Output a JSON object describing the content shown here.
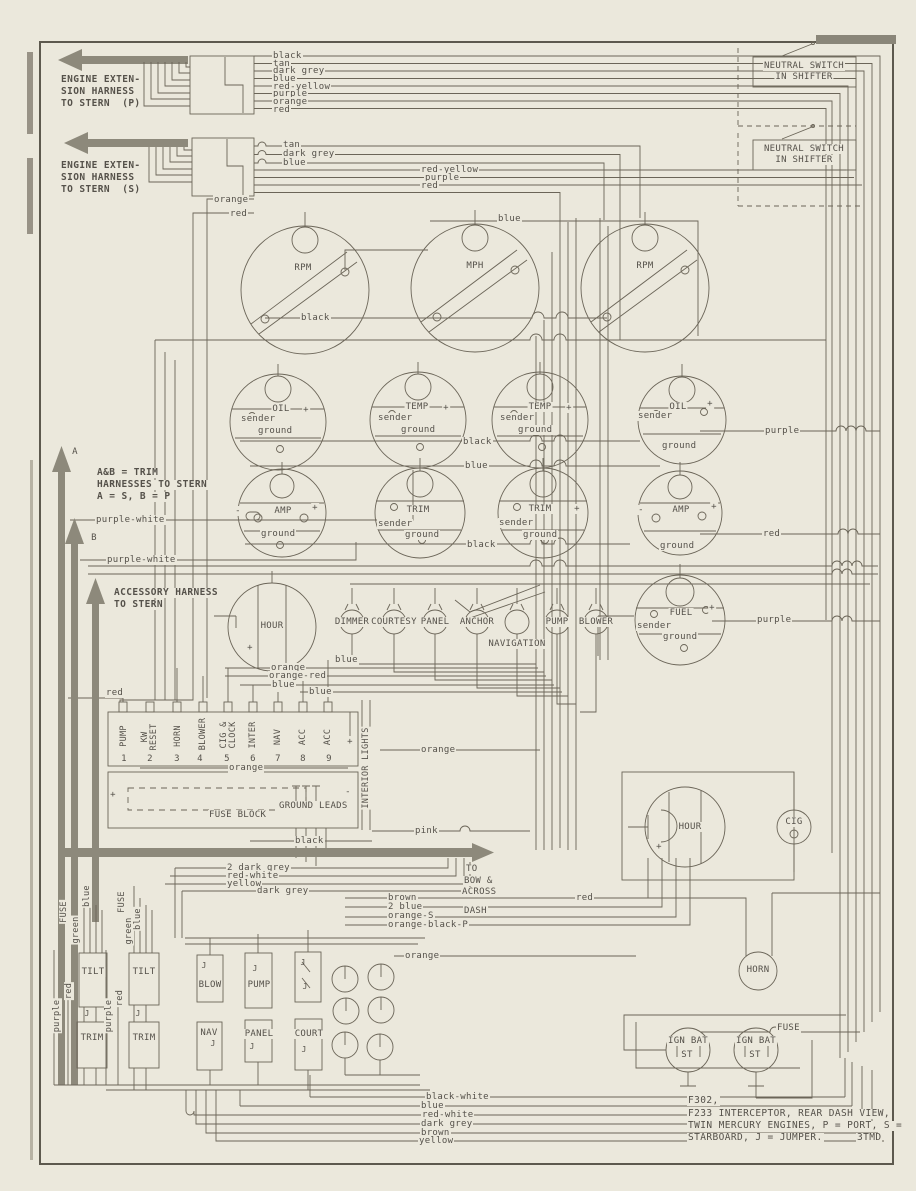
{
  "title_block": {
    "f302": "F302,",
    "line2": "F233 INTERCEPTOR, REAR DASH VIEW,",
    "line3": "TWIN MERCURY ENGINES, P = PORT, S =",
    "line4": "STARBOARD, J = JUMPER.",
    "code": "3TMD"
  },
  "harness_p": {
    "line1": "ENGINE EXTEN-",
    "line2": "SION HARNESS",
    "line3": "TO STERN  (P)",
    "wires": [
      "black",
      "tan",
      "dark grey",
      "blue",
      "red-yellow",
      "purple",
      "orange",
      "red"
    ]
  },
  "harness_s": {
    "line1": "ENGINE EXTEN-",
    "line2": "SION HARNESS",
    "line3": "TO STERN  (S)",
    "wires": [
      "tan",
      "dark grey",
      "blue"
    ],
    "wires2": [
      "red-yellow",
      "purple",
      "red"
    ],
    "orange": "orange",
    "red": "red"
  },
  "neutral_switch": {
    "line1": "NEUTRAL SWITCH",
    "line2": "IN SHIFTER"
  },
  "notes": {
    "a": "A",
    "b": "B",
    "trim1": "A&B = TRIM",
    "trim2": "HARNESSES TO STERN",
    "trim3": "A = S, B = P",
    "pw": "purple-white",
    "acc1": "ACCESSORY HARNESS",
    "acc2": "TO STERN"
  },
  "gauges": {
    "rpm": "RPM",
    "mph": "MPH",
    "oil": "OIL",
    "temp": "TEMP",
    "amp": "AMP",
    "trim": "TRIM",
    "fuel": "FUEL",
    "hour": "HOUR",
    "cig": "CIG",
    "horn": "HORN",
    "sender": "sender",
    "ground": "ground",
    "plus": "+",
    "minus": "-"
  },
  "switches": {
    "dimmer": "DIMMER",
    "courtesy": "COURTESY",
    "panel": "PANEL",
    "anchor": "ANCHOR",
    "navigation": "NAVIGATION",
    "pump": "PUMP",
    "blower": "BLOWER"
  },
  "fuse_block": {
    "title": "FUSE BLOCK",
    "ground_leads": "GROUND LEADS",
    "interior_lights": "INTERIOR LIGHTS",
    "plus": "+",
    "minus": "-",
    "labels": [
      "PUMP",
      "KW",
      "RESET",
      "HORN",
      "BLOWER",
      "CIG &",
      "CLOCK",
      "INTER",
      "NAV",
      "ACC",
      "ACC"
    ],
    "numbers": [
      "1",
      "2",
      "3",
      "4",
      "5",
      "6",
      "7",
      "8",
      "9"
    ]
  },
  "wires": {
    "blue": "blue",
    "black": "black",
    "purple": "purple",
    "red": "red",
    "orange": "orange",
    "orange_red": "orange-red",
    "pink": "pink",
    "dark_grey": "dark grey",
    "two_dark_grey": "2 dark grey",
    "red_white": "red-white",
    "yellow": "yellow",
    "brown": "brown",
    "two_blue": "2 blue",
    "orange_s": "orange-S",
    "orange_black_p": "orange-black-P",
    "black_white": "black-white",
    "green": "green",
    "fuse": "FUSE"
  },
  "bow_arrow": {
    "l1": "TO",
    "l2": "BOW &",
    "l3": "ACROSS",
    "l4": "DASH"
  },
  "panels": {
    "tilt": "TILT",
    "trim": "TRIM",
    "blow": "BLOW",
    "pump": "PUMP",
    "nav": "NAV",
    "panel": "PANEL",
    "court": "COURT",
    "j": "J"
  },
  "ignition": {
    "ign_bat": "IGN BAT",
    "st": "ST",
    "fuse": "FUSE"
  }
}
